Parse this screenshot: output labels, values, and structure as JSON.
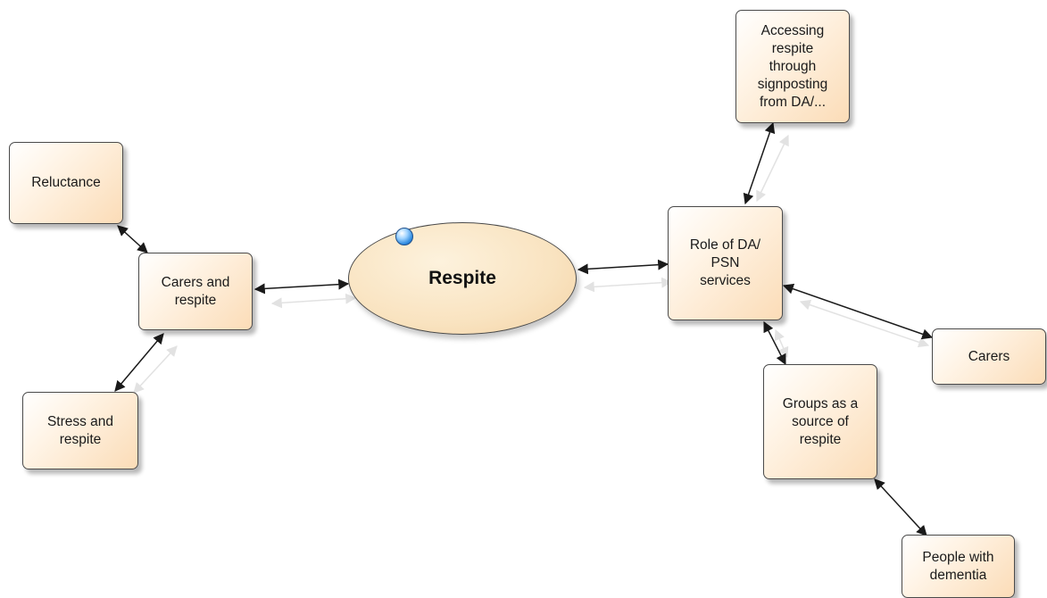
{
  "center": {
    "label": "Respite"
  },
  "nodes": {
    "reluctance": "Reluctance",
    "carers_and_respite": "Carers and\nrespite",
    "stress_and_respite": "Stress and\nrespite",
    "role_of_services": "Role of DA/\nPSN\nservices",
    "accessing_respite": "Accessing\nrespite\nthrough\nsignposting\nfrom DA/...",
    "carers": "Carers",
    "groups": "Groups as a\nsource of\nrespite",
    "people_with_dementia": "People with\ndementia"
  },
  "colors": {
    "edge": "#1a1a1a",
    "edge_shadow": "#e2e2e2",
    "node_fill": "#fbdcb7",
    "handle": "#2f8be0"
  }
}
